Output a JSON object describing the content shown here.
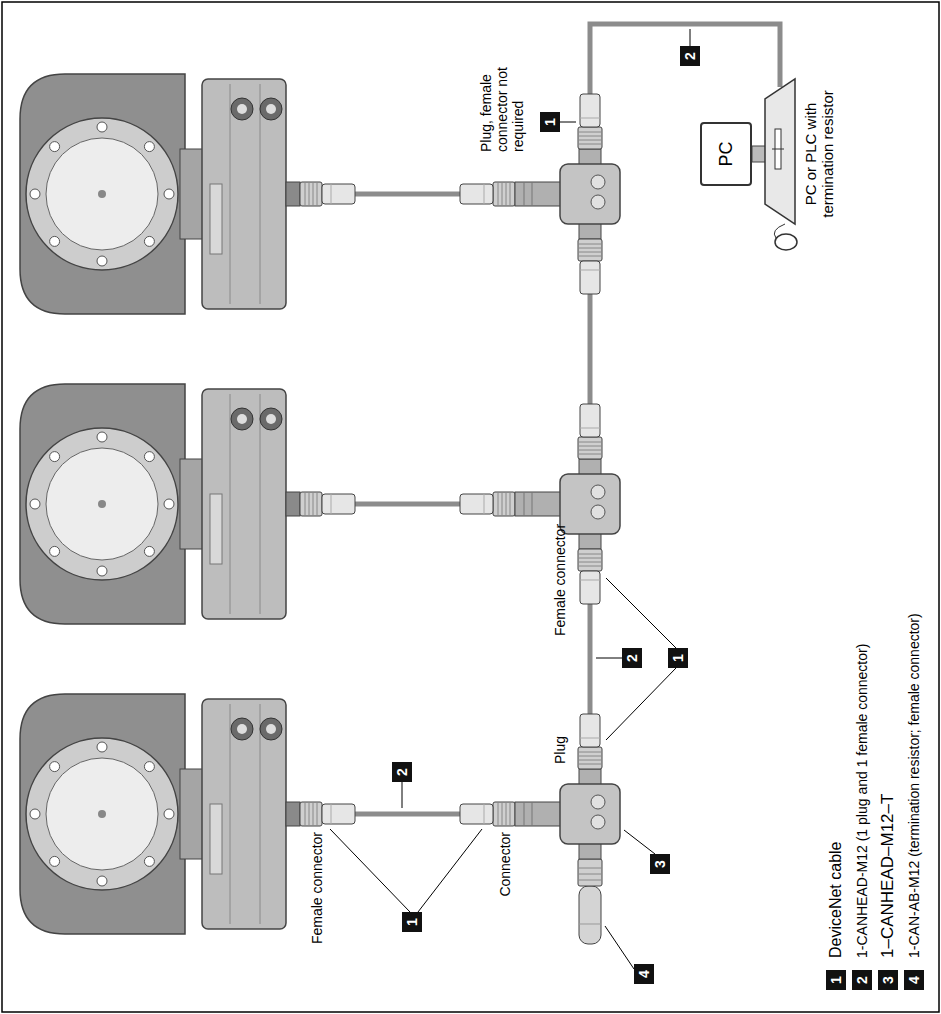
{
  "diagram": {
    "nodes": [
      {
        "text": [
          "PC",
          "PC or PLC with termination resistor"
        ]
      }
    ],
    "labels": [
      "Female connector",
      "1",
      "2",
      "Connector",
      "3",
      "Plug",
      "2",
      "1",
      "Female connector",
      "4",
      "1",
      "Plug, female connector not required",
      "2",
      "1",
      "2",
      "3",
      "4"
    ],
    "legend": [
      {
        "text": "DeviceNet cable"
      },
      {
        "text": "1-CANHEAD-M12 (1 plug and 1 female connector)"
      },
      {
        "text": "1–CANHEAD–M12–T"
      },
      {
        "text": "1-CAN-AB-M12 (termination resistor; female connector)"
      }
    ]
  }
}
